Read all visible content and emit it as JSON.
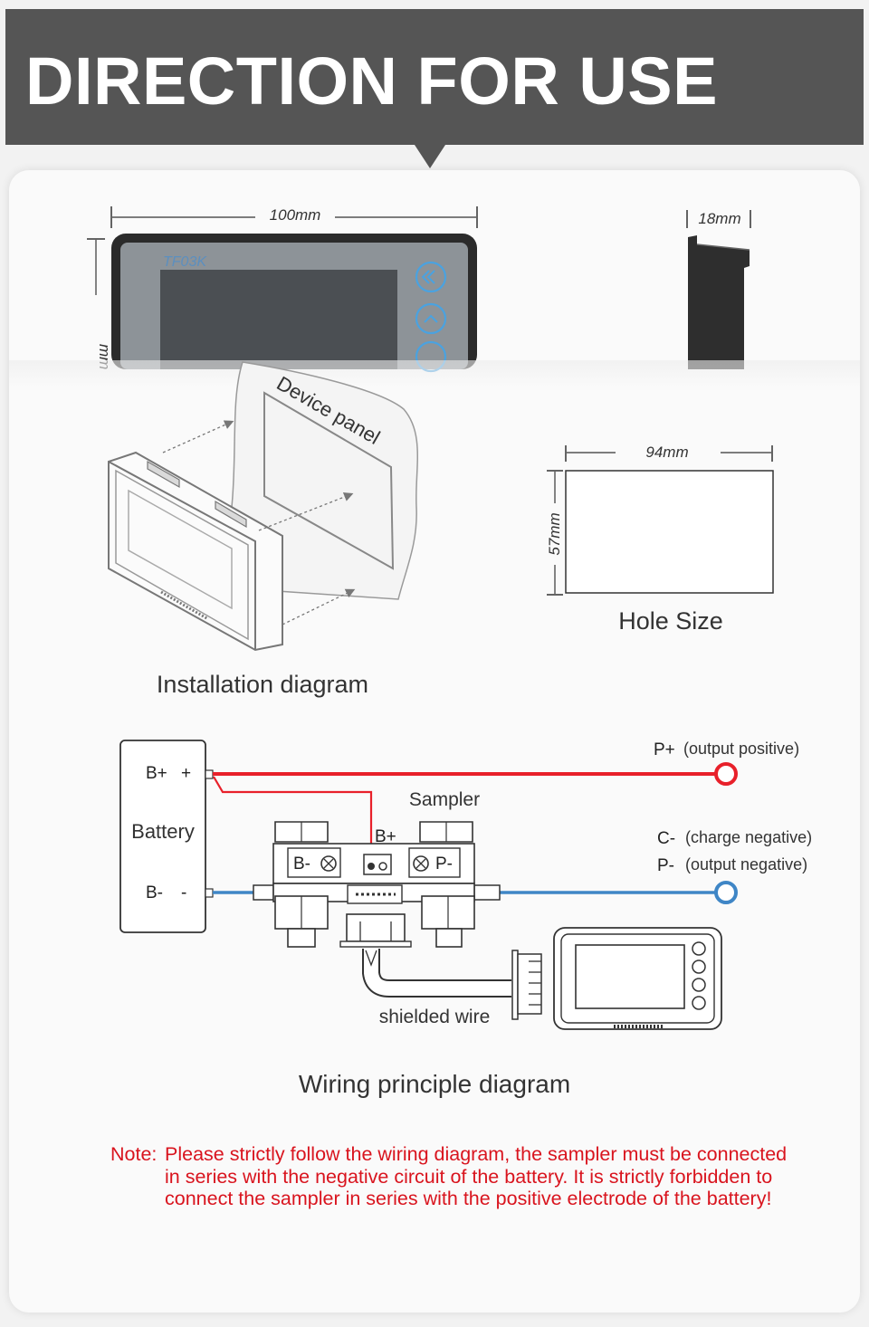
{
  "header": {
    "title": "DIRECTION FOR USE"
  },
  "dimensions": {
    "front_width": "100mm",
    "front_height_partial": "mm",
    "side_depth": "18mm",
    "device_brand": "TF03K",
    "hole_width": "94mm",
    "hole_height": "57mm"
  },
  "installation": {
    "panel_label": "Device panel",
    "caption": "Installation diagram",
    "hole_caption": "Hole Size"
  },
  "wiring": {
    "battery_label": "Battery",
    "battery_pos": "B+",
    "battery_pos_sign": "+",
    "battery_neg": "B-",
    "battery_neg_sign": "-",
    "sampler_label": "Sampler",
    "sampler_bplus": "B+",
    "sampler_bminus": "B-",
    "sampler_pminus": "P-",
    "p_plus_symbol": "P+",
    "p_plus_desc": "(output positive)",
    "c_minus_symbol": "C-",
    "c_minus_desc": "(charge negative)",
    "p_minus_symbol": "P-",
    "p_minus_desc": "(output negative)",
    "shielded_wire_label": "shielded wire",
    "caption": "Wiring principle diagram",
    "colors": {
      "positive_wire": "#e8202a",
      "negative_wire": "#3f86c6"
    }
  },
  "note": {
    "label": "Note:",
    "text": "Please strictly follow the wiring diagram, the sampler must be connected in series with the negative circuit of the battery. It is strictly forbidden to connect the sampler in series with the positive electrode of the battery!"
  }
}
